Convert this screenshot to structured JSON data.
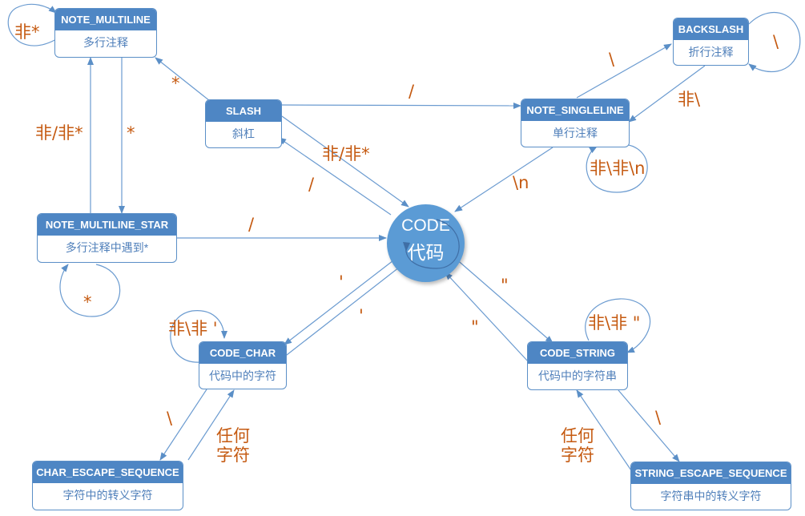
{
  "nodes": {
    "note_multiline": {
      "title": "NOTE_MULTILINE",
      "subtitle": "多行注释"
    },
    "slash": {
      "title": "SLASH",
      "subtitle": "斜杠"
    },
    "note_multiline_star": {
      "title": "NOTE_MULTILINE_STAR",
      "subtitle": "多行注释中遇到*"
    },
    "backslash": {
      "title": "BACKSLASH",
      "subtitle": "折行注释"
    },
    "note_singleline": {
      "title": "NOTE_SINGLELINE",
      "subtitle": "单行注释"
    },
    "code_char": {
      "title": "CODE_CHAR",
      "subtitle": "代码中的字符"
    },
    "code_string": {
      "title": "CODE_STRING",
      "subtitle": "代码中的字符串"
    },
    "char_escape_sequence": {
      "title": "CHAR_ESCAPE_SEQUENCE",
      "subtitle": "字符中的转义字符"
    },
    "string_escape_sequence": {
      "title": "STRING_ESCAPE_SEQUENCE",
      "subtitle": "字符串中的转义字符"
    },
    "code": {
      "line1": "CODE",
      "line2": "代码"
    }
  },
  "labels": {
    "multiline_self": "非*",
    "star_to_multiline": "*",
    "multiline_back": "非/非*",
    "multiline_to_star": "*",
    "star_self": "*",
    "star_to_code": "/",
    "slash_to_singleline": "/",
    "slash_to_code": "非/非*",
    "code_to_slash": "/",
    "singleline_to_backslash": "\\",
    "backslash_self": "\\",
    "backslash_back": "非\\",
    "singleline_self": "非\\非\\n",
    "singleline_to_code": "\\n",
    "code_to_char": "'",
    "char_to_code": "'",
    "char_self": "非\\非 '",
    "code_to_string": "\"",
    "string_to_code": "\"",
    "string_self": "非\\非 \"",
    "char_to_escape": "\\",
    "escape_to_char_line1": "任何",
    "escape_to_char_line2": "字符",
    "string_to_escape": "\\",
    "escape_to_string_line1": "任何",
    "escape_to_string_line2": "字符"
  },
  "colors": {
    "header": "#4e86c4",
    "border": "#5b8fc7",
    "edge": "#6b9bd0",
    "label": "#c55a11",
    "code_circle": "#5b9bd5"
  }
}
